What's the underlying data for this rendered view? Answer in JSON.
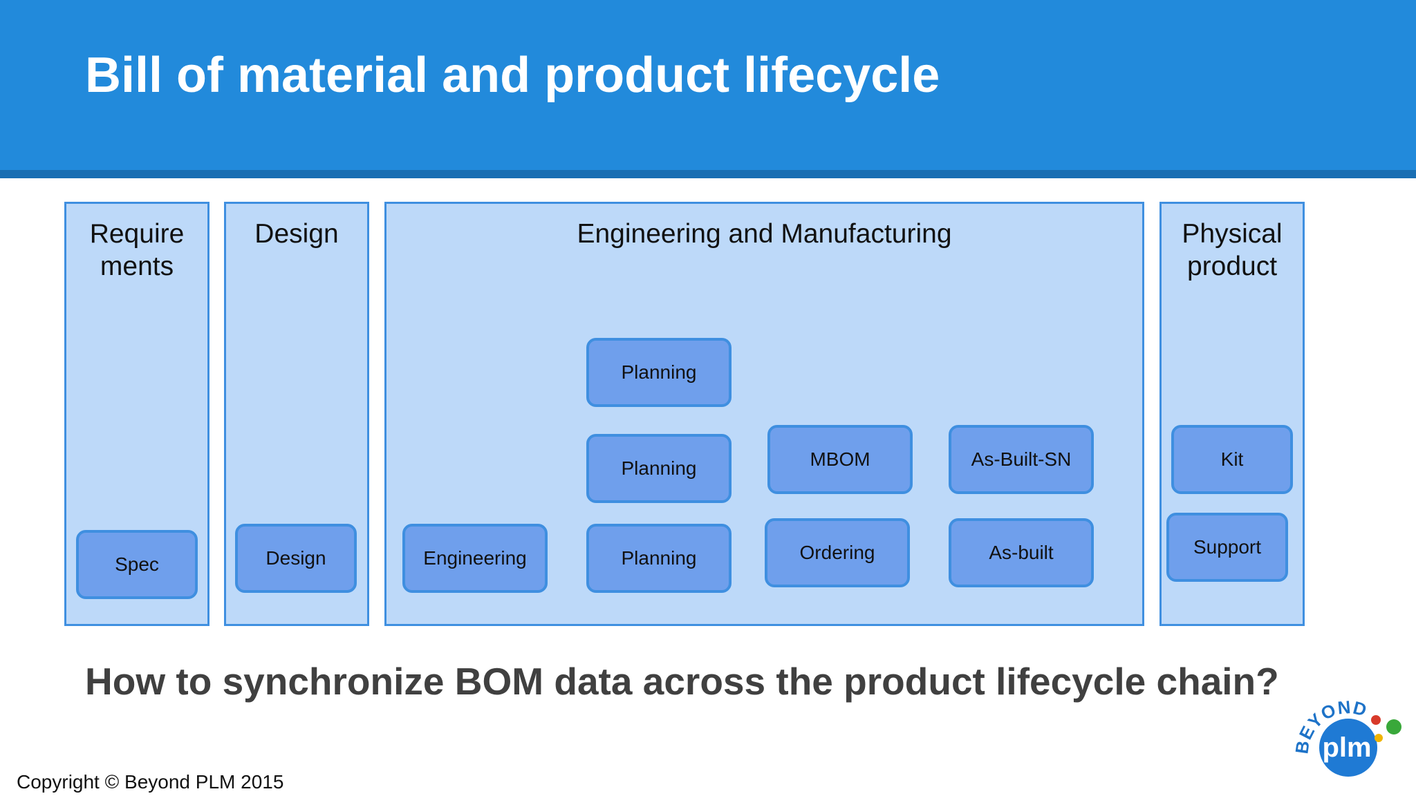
{
  "slide": {
    "title": "Bill of material and product lifecycle",
    "question": "How to synchronize BOM data across the product lifecycle chain?",
    "copyright": "Copyright © Beyond PLM 2015"
  },
  "panels": {
    "requirements": {
      "title": "Require ments",
      "boxes": {
        "spec": "Spec"
      }
    },
    "design": {
      "title": "Design",
      "boxes": {
        "design": "Design"
      }
    },
    "engineering_manufacturing": {
      "title": "Engineering and Manufacturing",
      "boxes": {
        "engineering": "Engineering",
        "planning_top": "Planning",
        "planning_middle": "Planning",
        "planning_bottom": "Planning",
        "mbom": "MBOM",
        "ordering": "Ordering",
        "as_built_sn": "As-Built-SN",
        "as_built": "As-built"
      }
    },
    "physical_product": {
      "title": "Physical product",
      "boxes": {
        "kit": "Kit",
        "support": "Support"
      }
    }
  },
  "logo": {
    "text_beyond": "BEYOND",
    "text_plm": "plm"
  },
  "colors": {
    "header": "#228adb",
    "panel_fill": "#bdd9f9",
    "panel_border": "#3f8fe0",
    "box_fill": "#6f9fec"
  }
}
